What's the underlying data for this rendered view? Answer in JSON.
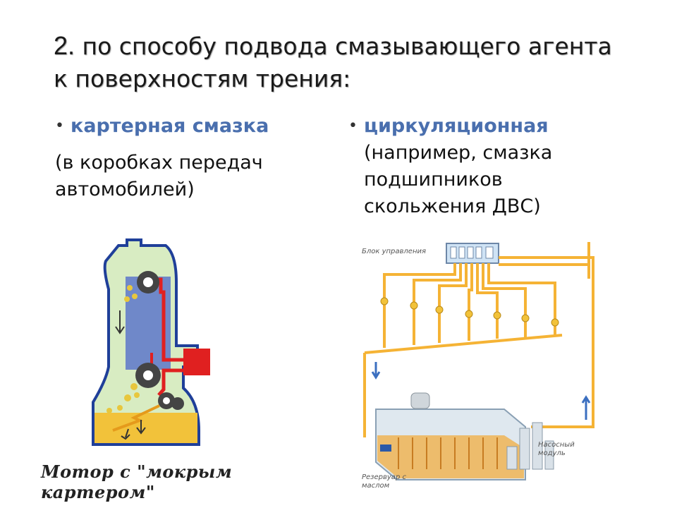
{
  "slide": {
    "title_number": "2.",
    "title_text": " по способу подвода смазывающего агента к поверхностям трения:"
  },
  "left_column": {
    "bullet": "•",
    "heading": "картерная смазка",
    "description": "(в коробках передач автомобилей)"
  },
  "right_column": {
    "bullet": "•",
    "heading": "циркуляционная",
    "description": "(например, смазка подшипников скольжения ДВС)"
  },
  "left_figure": {
    "caption": "Мотор с \"мокрым картером\""
  },
  "right_figure": {
    "label_control_unit": "Блок управления",
    "label_pump_module": "Насосный модуль",
    "label_reservoir": "Резервуар с маслом"
  },
  "colors": {
    "accent_text": "#4a6fae",
    "engine_body": "#d8ecc2",
    "oil_red": "#e02020",
    "oil_yellow": "#f2c23a",
    "pipe_orange": "#f5b335",
    "engine_blue": "#6f88c9"
  }
}
